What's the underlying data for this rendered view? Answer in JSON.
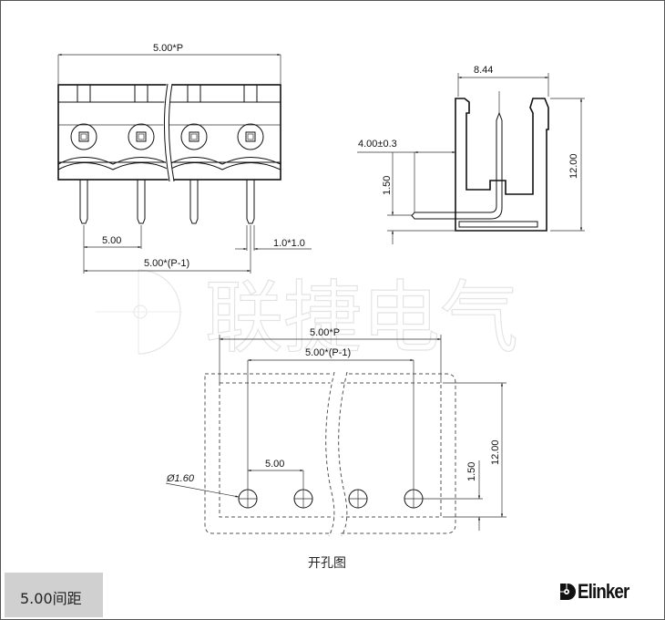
{
  "watermark": {
    "text": "联捷电气"
  },
  "front_view": {
    "overall_width": "5.00*P",
    "pitch": "5.00",
    "pin_span": "5.00*(P-1)",
    "pin_size": "1.0*1.0"
  },
  "side_view": {
    "depth": "8.44",
    "height": "12.00",
    "pin_offset": "4.00±0.3",
    "pin_height": "1.50"
  },
  "hole_pattern": {
    "overall_width": "5.00*P",
    "hole_span": "5.00*(P-1)",
    "pitch": "5.00",
    "hole_diameter": "Ø1.60",
    "height": "12.00",
    "row_offset": "1.50",
    "caption": "开孔图"
  },
  "footer": {
    "pitch_label": "5.00间距",
    "brand": "Elinker"
  }
}
